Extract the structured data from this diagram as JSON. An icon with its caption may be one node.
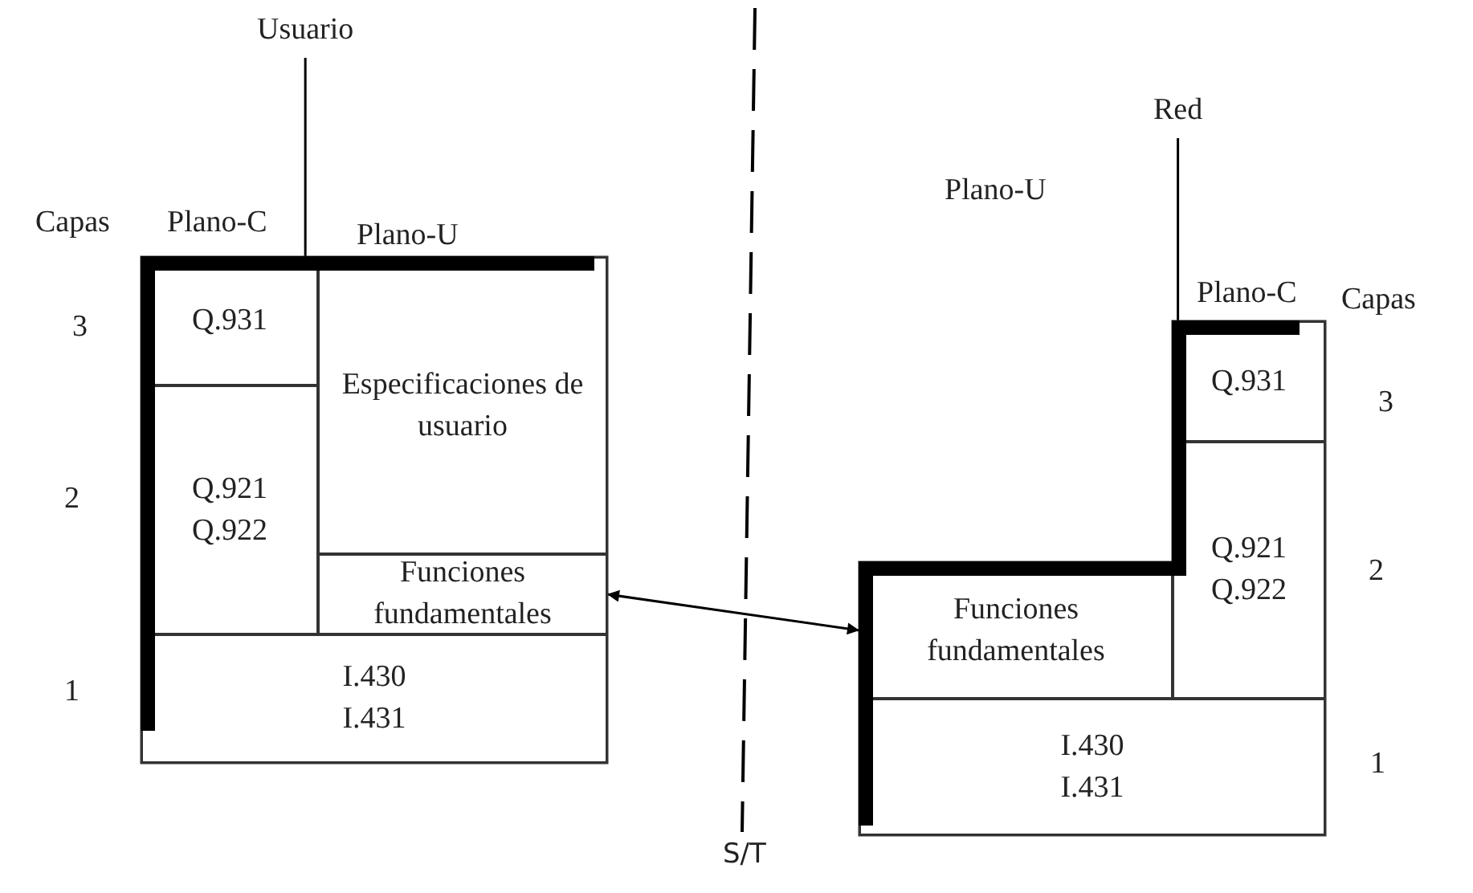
{
  "diagram": {
    "nodes": [
      {
        "text": [
          "Usuario"
        ]
      },
      {
        "text": [],
        "shape": "box"
      },
      {
        "text": [
          "Q.931"
        ],
        "in": 1
      },
      {
        "text": [
          "Especificaciones de usuario"
        ],
        "in": 1
      },
      {
        "text": [
          "Q.921 Q.922"
        ],
        "in": 1
      },
      {
        "text": [
          "Funciones fundamentales"
        ],
        "in": 1
      },
      {
        "text": [
          "I.430 I.431"
        ],
        "in": 1
      },
      {
        "text": [
          "Red"
        ]
      },
      {
        "text": [],
        "shape": "box"
      },
      {
        "text": [
          "Q.931"
        ],
        "in": 8
      },
      {
        "text": [
          "Funciones fundamentales"
        ],
        "in": 8
      },
      {
        "text": [
          "Q.921 Q.922"
        ],
        "in": 8
      },
      {
        "text": [
          "I.430 I.431"
        ],
        "in": 8
      }
    ],
    "edges": [
      {
        "from": 0,
        "to": 1,
        "arrow": "none"
      },
      {
        "from": 7,
        "to": 8,
        "arrow": "none"
      },
      {
        "from": 5,
        "to": 10,
        "arrow": "both"
      }
    ],
    "labels": [
      "Capas",
      "Plano-C",
      "Plano-U",
      "3",
      "2",
      "1",
      "Plano-U",
      "Plano-C",
      "Capas",
      "3",
      "2",
      "1",
      "S/T"
    ]
  }
}
